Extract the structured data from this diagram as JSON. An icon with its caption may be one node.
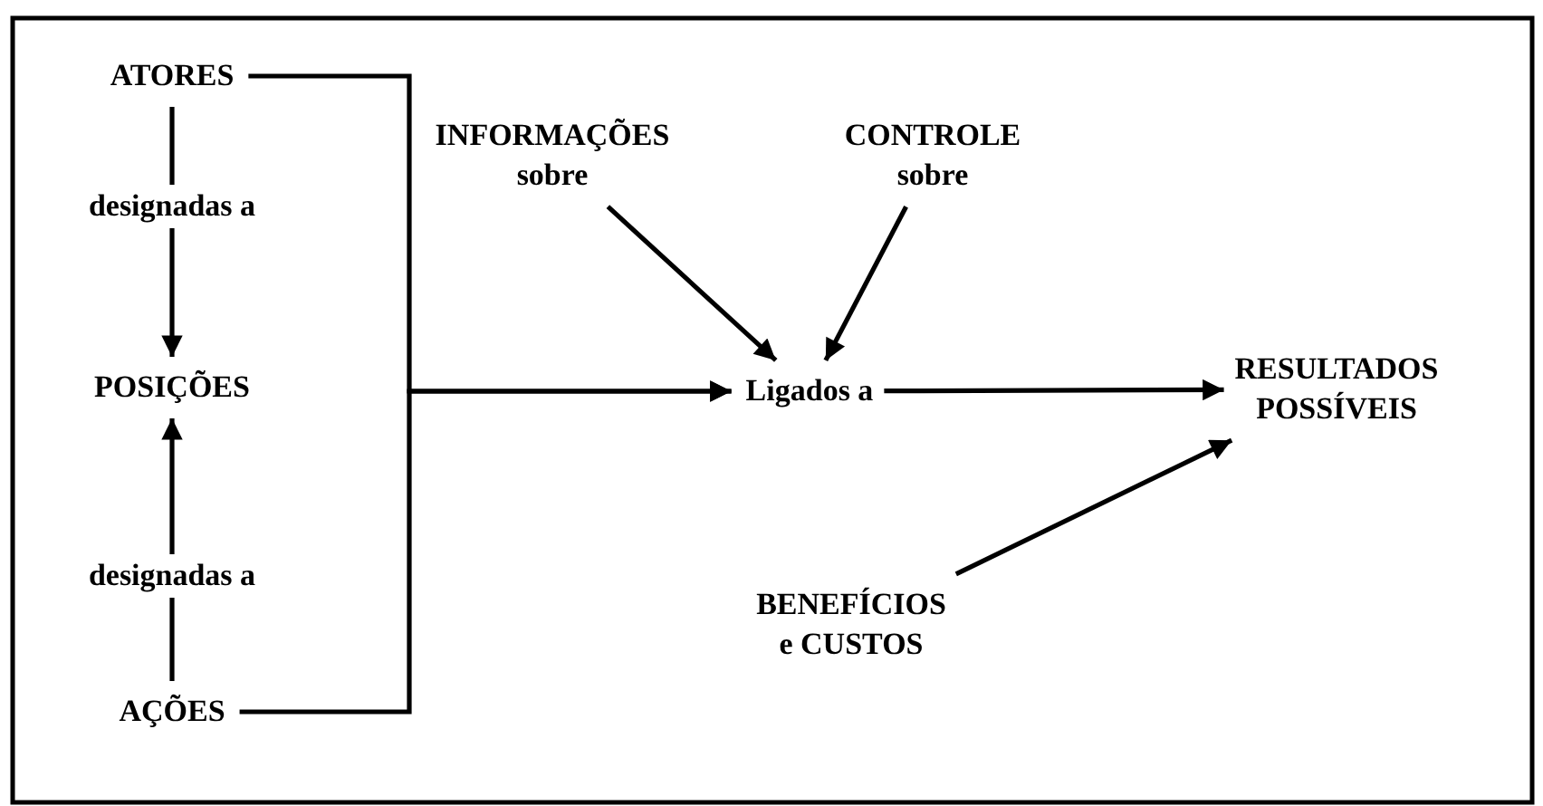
{
  "diagram": {
    "nodes": [
      {
        "text": [
          "ATORES"
        ]
      },
      {
        "text": [
          "POSIÇÕES"
        ]
      },
      {
        "text": [
          "AÇÕES"
        ]
      },
      {
        "text": [
          "INFORMAÇÕES sobre"
        ]
      },
      {
        "text": [
          "CONTROLE sobre"
        ]
      },
      {
        "text": [
          "Ligados a"
        ]
      },
      {
        "text": [
          "RESULTADOS POSSÍVEIS"
        ]
      },
      {
        "text": [
          "BENEFÍCIOS e CUSTOS"
        ]
      }
    ],
    "edges": [
      {
        "from": 0,
        "to": 1,
        "arrow": "to",
        "label": "designadas a"
      },
      {
        "from": 2,
        "to": 1,
        "arrow": "to",
        "label": "designadas a"
      },
      {
        "from": 0,
        "to": 5,
        "arrow": "to"
      },
      {
        "from": 2,
        "to": 5,
        "arrow": "to"
      },
      {
        "from": 3,
        "to": 5,
        "arrow": "to"
      },
      {
        "from": 4,
        "to": 5,
        "arrow": "to"
      },
      {
        "from": 5,
        "to": 6,
        "arrow": "to"
      },
      {
        "from": 7,
        "to": 6,
        "arrow": "to"
      }
    ]
  }
}
